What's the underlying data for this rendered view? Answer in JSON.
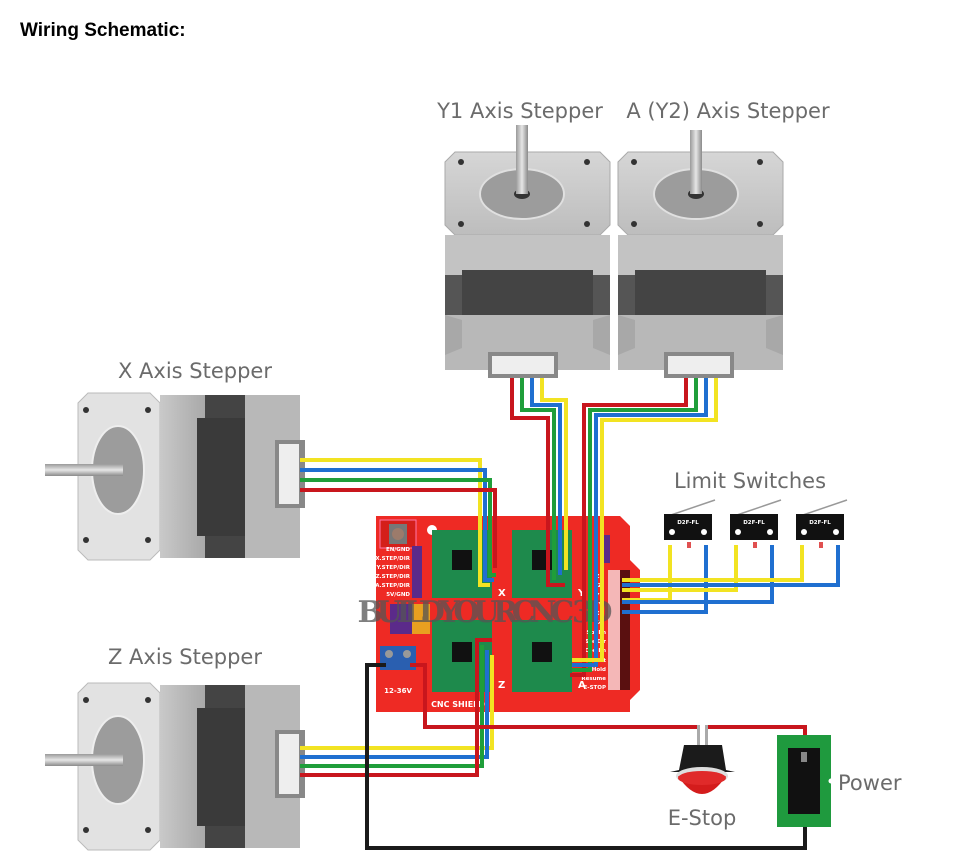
{
  "page": {
    "heading": "Wiring Schematic:"
  },
  "diagram": {
    "motors": {
      "y1": {
        "label": "Y1 Axis Stepper"
      },
      "a": {
        "label": "A (Y2) Axis Stepper"
      },
      "x": {
        "label": "X Axis Stepper"
      },
      "z": {
        "label": "Z Axis Stepper"
      }
    },
    "limit_switches": {
      "label": "Limit Switches",
      "model": "D2F-FL",
      "count": 3
    },
    "estop": {
      "label": "E-Stop"
    },
    "power": {
      "label": "Power"
    },
    "board": {
      "name": "CNC SHIELD",
      "left_labels": [
        "EN/GND",
        "X.STEP/DIR",
        "Y.STEP/DIR",
        "Z.STEP/DIR",
        "A.STEP/DIR",
        "5V/GND"
      ],
      "axis_markers": [
        "X",
        "Y",
        "Z",
        "A"
      ],
      "right_labels": [
        "SpnEn",
        "SpnDir",
        "CoolEn",
        "Abort",
        "Hold",
        "Resume",
        "E-STOP"
      ],
      "endstop_labels": [
        "Z+",
        "Z-",
        "Y+",
        "Y-",
        "X+",
        "X-"
      ],
      "power_terminal_label": "12-36V",
      "watermark": "BUILDYOURCNC 3D"
    },
    "wire_colors": {
      "red": "#c8161d",
      "green": "#1f9e3a",
      "blue": "#1f6fd0",
      "yellow": "#f2e322",
      "black": "#1a1a1a",
      "board": "#ee2a24",
      "driver": "#1e8a4c"
    }
  }
}
